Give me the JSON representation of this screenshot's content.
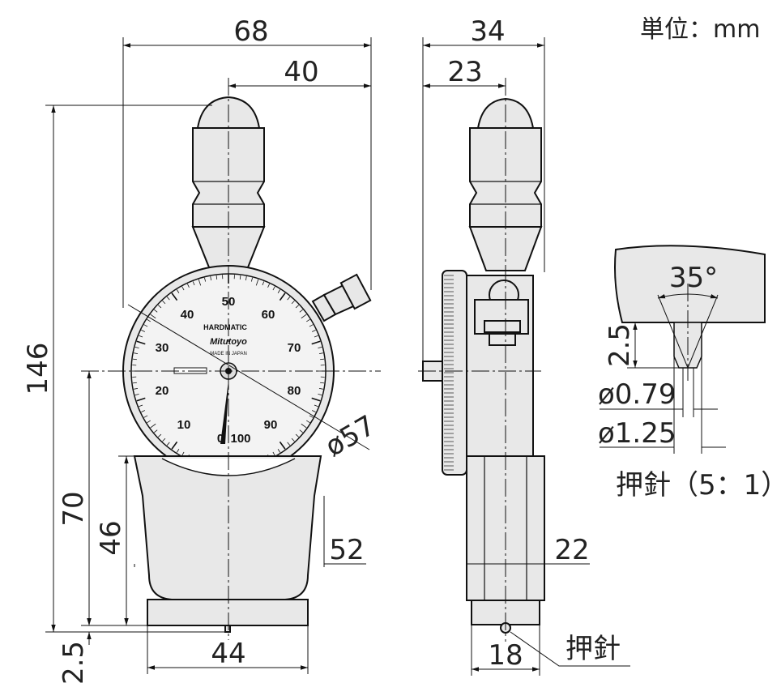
{
  "unit_label": "単位：mm",
  "dial": {
    "brand": "Mitutoyo",
    "model": "HARDMATIC",
    "origin": "MADE IN JAPAN",
    "scale": [
      "0",
      "10",
      "20",
      "30",
      "40",
      "50",
      "60",
      "70",
      "80",
      "90",
      "100"
    ]
  },
  "front_dims": {
    "overall_width": "68",
    "center_offset": "40",
    "height": "146",
    "dial_diameter": "ø57",
    "base_height": "70",
    "cup_height": "46",
    "cup_width": "52",
    "foot_width": "44",
    "needle_length": "2.5"
  },
  "side_dims": {
    "depth": "34",
    "center_depth": "23",
    "cup_depth": "22",
    "foot_depth": "18",
    "needle_label": "押針"
  },
  "detail": {
    "angle": "35°",
    "tip_length": "2.5",
    "tip_diameter": "ø0.79",
    "shaft_diameter": "ø1.25",
    "caption": "押針（5：1）"
  }
}
